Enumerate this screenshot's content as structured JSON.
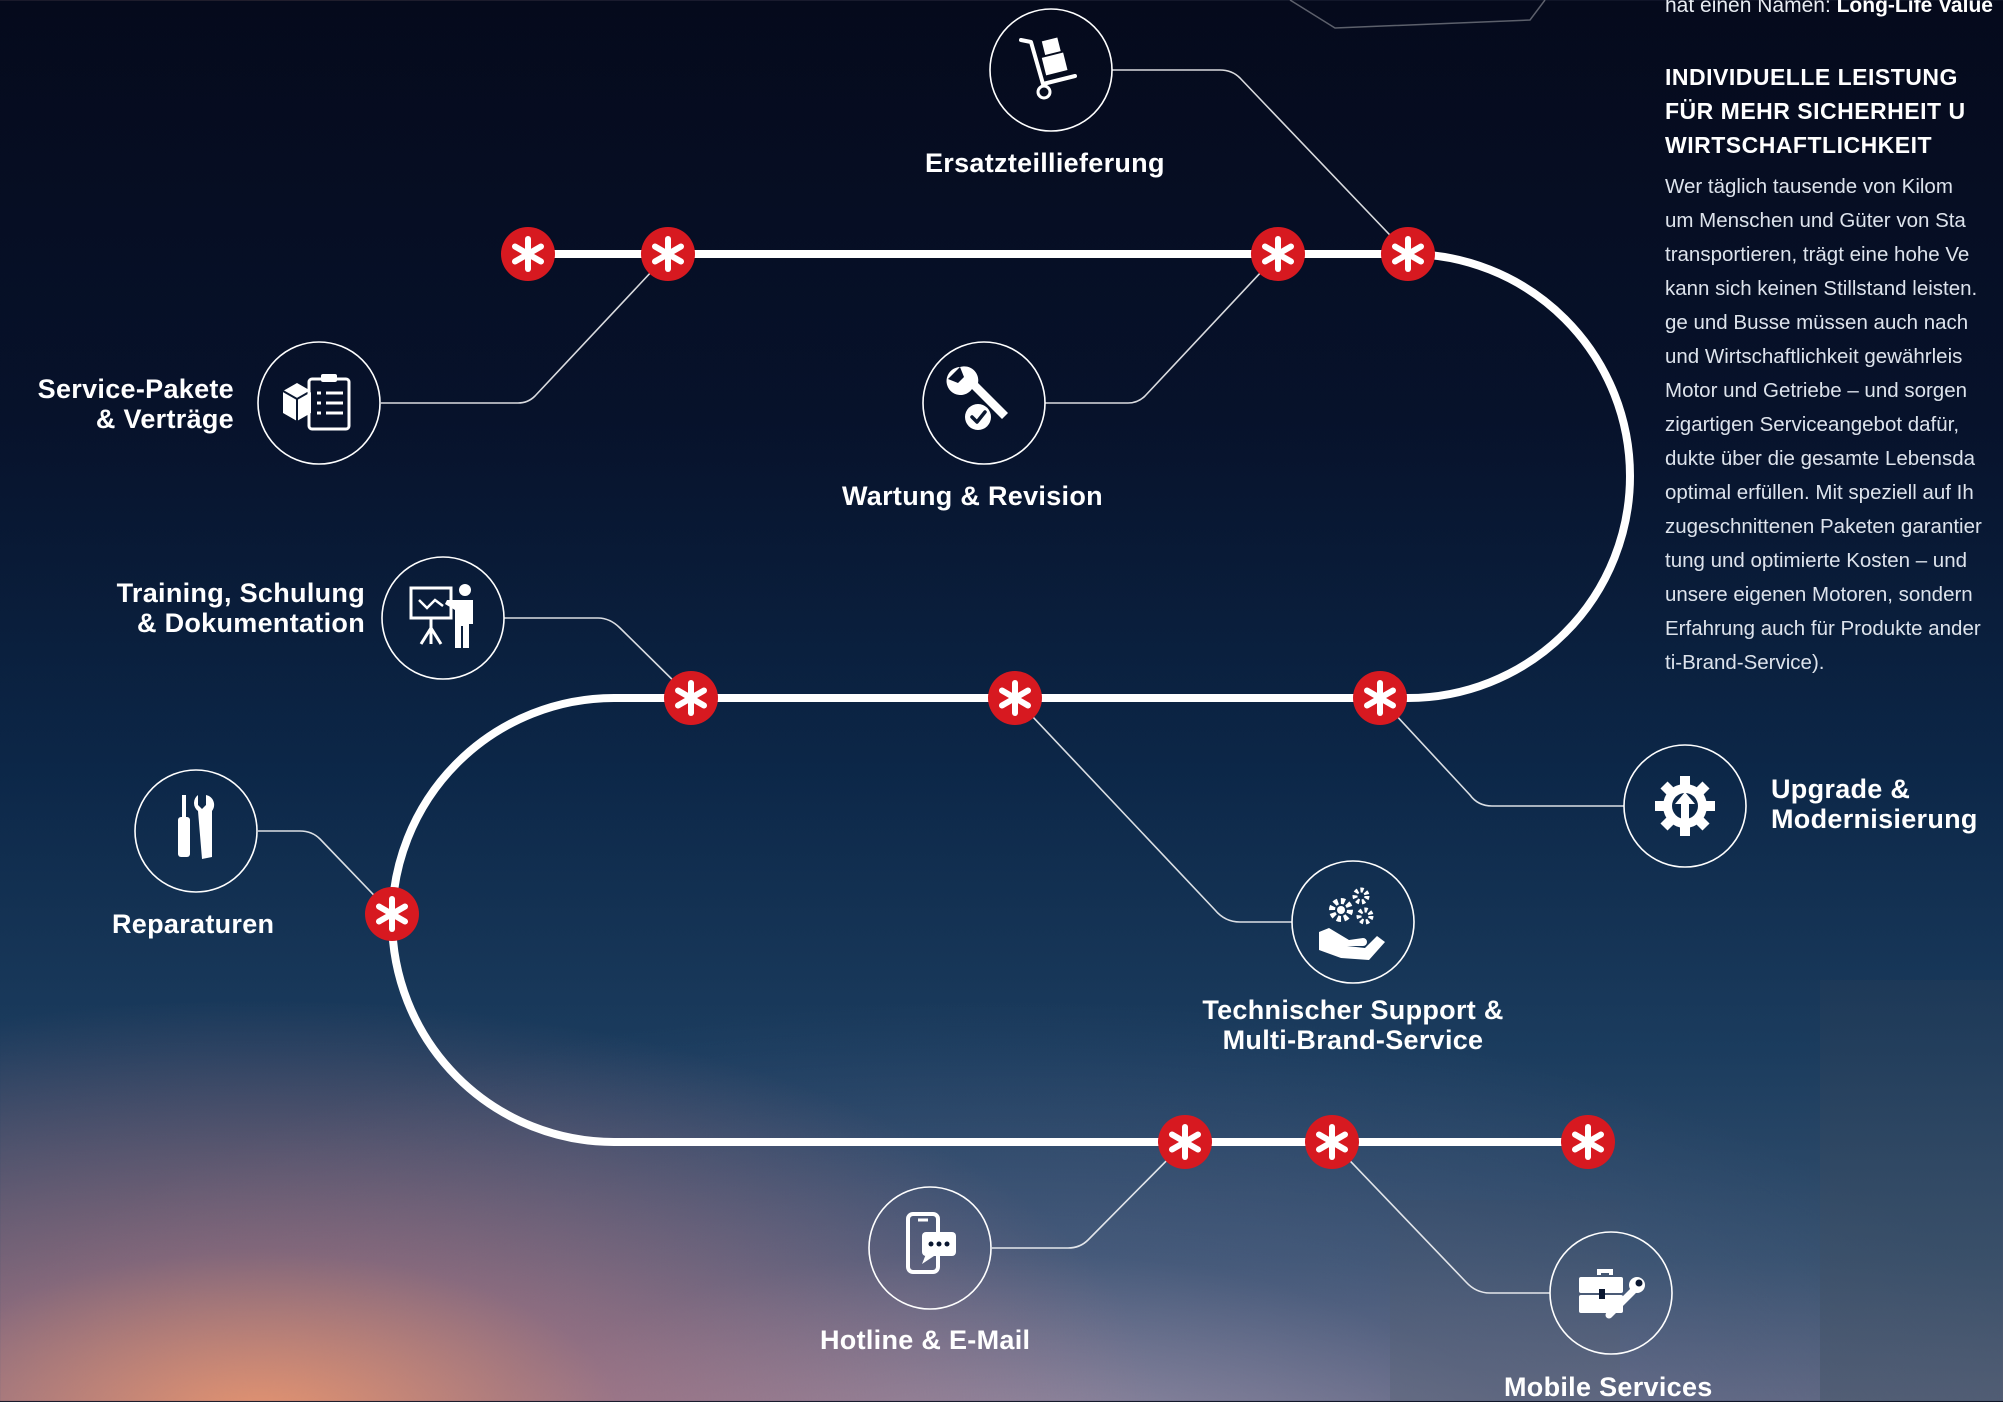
{
  "colors": {
    "background_top": "#050a1c",
    "background_bottom": "#5d6680",
    "track": "#ffffff",
    "marker": "#d71920",
    "text": "#ffffff"
  },
  "services": [
    {
      "id": "ersatzteil",
      "icon": "hand-truck-icon",
      "lines": [
        "Ersatzteillieferung"
      ]
    },
    {
      "id": "pakete",
      "icon": "package-clipboard-icon",
      "lines": [
        "Service-Pakete",
        "& Verträge"
      ]
    },
    {
      "id": "wartung",
      "icon": "wrench-check-icon",
      "lines": [
        "Wartung & Revision"
      ]
    },
    {
      "id": "training",
      "icon": "presentation-icon",
      "lines": [
        "Training, Schulung",
        "& Dokumentation"
      ]
    },
    {
      "id": "reparaturen",
      "icon": "screwdriver-wrench-icon",
      "lines": [
        "Reparaturen"
      ]
    },
    {
      "id": "upgrade",
      "icon": "gear-upgrade-icon",
      "lines": [
        "Upgrade &",
        "Modernisierung"
      ]
    },
    {
      "id": "support",
      "icon": "gears-hand-icon",
      "lines": [
        "Technischer Support &",
        "Multi-Brand-Service"
      ]
    },
    {
      "id": "hotline",
      "icon": "phone-chat-icon",
      "lines": [
        "Hotline & E-Mail"
      ]
    },
    {
      "id": "mobile",
      "icon": "toolbox-icon",
      "lines": [
        "Mobile Services"
      ]
    }
  ],
  "sidebar": {
    "intro_prefix": "hat einen Namen: ",
    "intro_bold": "Long-Life Value",
    "heading": [
      "INDIVIDUELLE LEISTUNG",
      "FÜR MEHR SICHERHEIT U",
      "WIRTSCHAFTLICHKEIT"
    ],
    "body": [
      "Wer täglich tausende von Kilom",
      "um Menschen und Güter von Sta",
      "transportieren, trägt eine hohe Ve",
      "kann sich keinen Stillstand leisten.",
      "ge und Busse müssen auch nach",
      "und Wirtschaftlichkeit gewährleis",
      "Motor und Getriebe – und sorgen",
      "zigartigen Serviceangebot dafür,",
      "dukte über die gesamte Lebensda",
      "optimal erfüllen. Mit speziell auf Ih",
      "zugeschnittenen Paketen garantier",
      "tung und optimierte Kosten – und",
      "unsere eigenen Motoren, sondern",
      "Erfahrung auch für Produkte ander",
      "ti-Brand-Service)."
    ]
  }
}
